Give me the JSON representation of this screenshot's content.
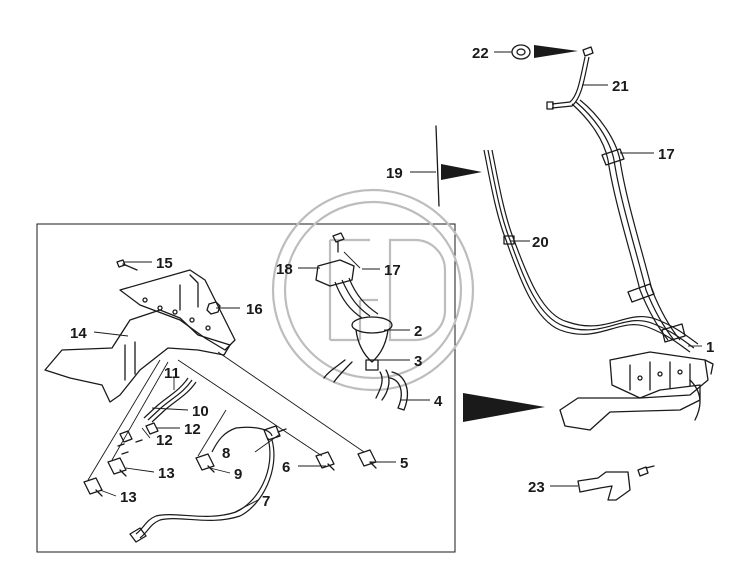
{
  "diagram": {
    "callouts": [
      {
        "id": "c1",
        "text": "1"
      },
      {
        "id": "c2",
        "text": "2"
      },
      {
        "id": "c3",
        "text": "3"
      },
      {
        "id": "c4",
        "text": "4"
      },
      {
        "id": "c5",
        "text": "5"
      },
      {
        "id": "c6",
        "text": "6"
      },
      {
        "id": "c7",
        "text": "7"
      },
      {
        "id": "c8",
        "text": "8"
      },
      {
        "id": "c9",
        "text": "9"
      },
      {
        "id": "c10",
        "text": "10"
      },
      {
        "id": "c11",
        "text": "11"
      },
      {
        "id": "c12a",
        "text": "12"
      },
      {
        "id": "c12b",
        "text": "12"
      },
      {
        "id": "c13a",
        "text": "13"
      },
      {
        "id": "c13b",
        "text": "13"
      },
      {
        "id": "c14",
        "text": "14"
      },
      {
        "id": "c15",
        "text": "15"
      },
      {
        "id": "c16",
        "text": "16"
      },
      {
        "id": "c17a",
        "text": "17"
      },
      {
        "id": "c17b",
        "text": "17"
      },
      {
        "id": "c18",
        "text": "18"
      },
      {
        "id": "c19",
        "text": "19"
      },
      {
        "id": "c20",
        "text": "20"
      },
      {
        "id": "c21",
        "text": "21"
      },
      {
        "id": "c22",
        "text": "22"
      },
      {
        "id": "c23",
        "text": "23"
      }
    ],
    "colors": {
      "line": "#1a1a1a",
      "watermark": "#bdbdbd",
      "background": "#ffffff"
    }
  }
}
